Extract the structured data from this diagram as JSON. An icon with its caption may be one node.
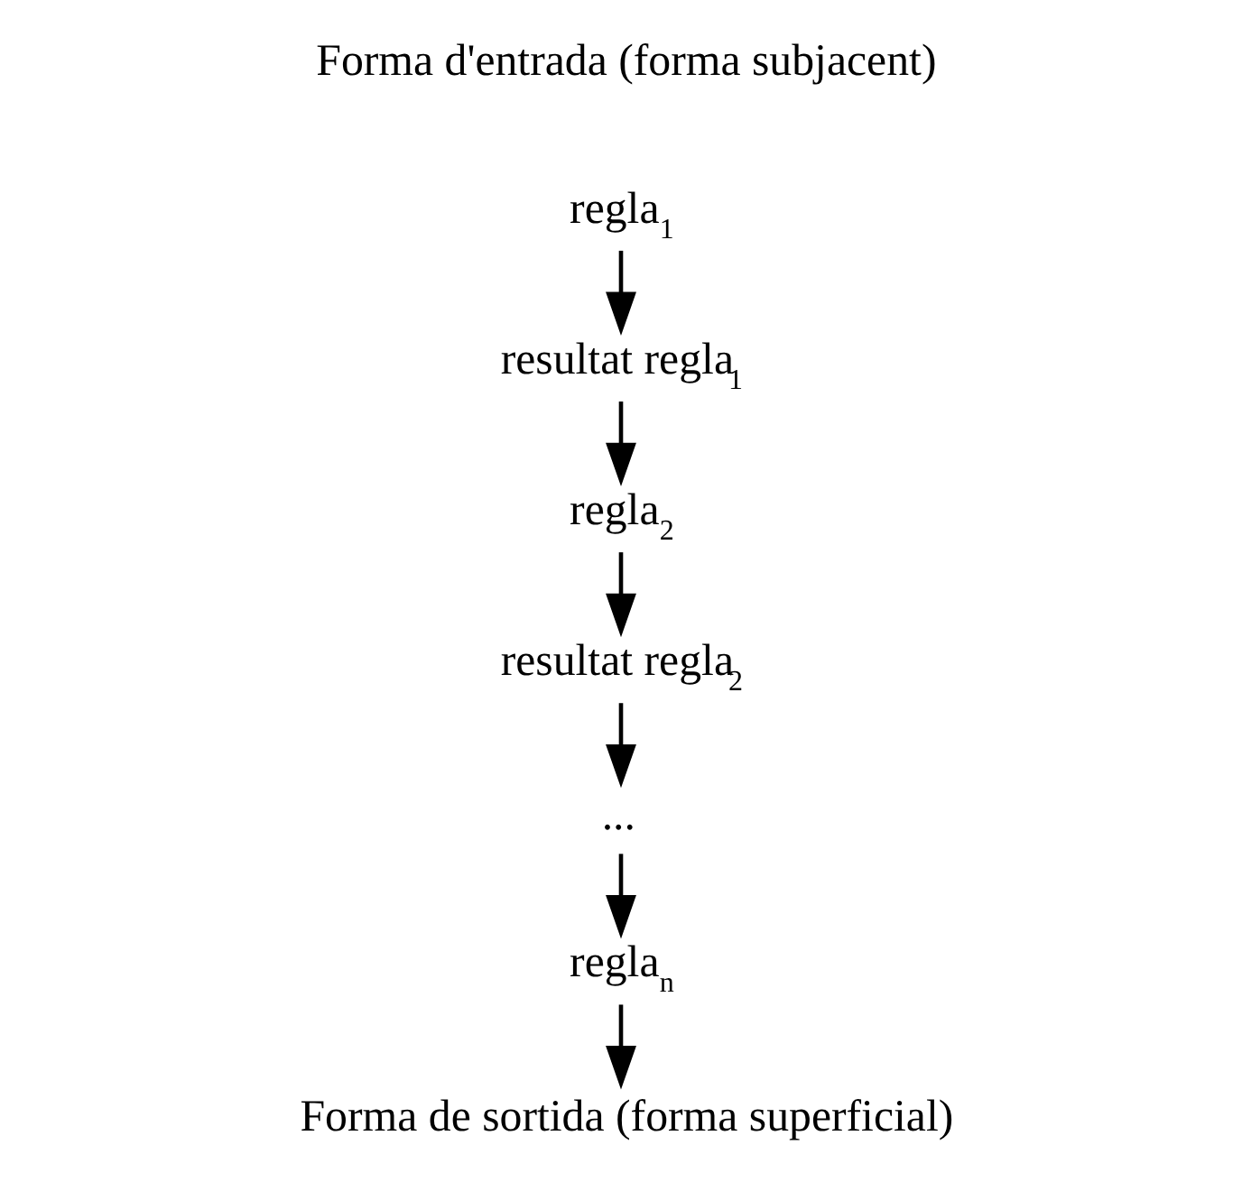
{
  "diagram": {
    "nodes": [
      {
        "text": [
          "regla$_{1}$"
        ]
      },
      {
        "text": [
          "resultat regla$_{1}$"
        ]
      },
      {
        "text": [
          "regla$_{2}$"
        ]
      },
      {
        "text": [
          "resultat regla$_{2}$"
        ]
      },
      {
        "text": [
          "..."
        ]
      },
      {
        "text": [
          "regla$_{n}$"
        ]
      },
      {
        "text": [
          "Forma de sortida (forma superficial)"
        ]
      }
    ],
    "edges": [
      {
        "from": 0,
        "to": 1,
        "arrow": "to"
      },
      {
        "from": 1,
        "to": 2,
        "arrow": "to"
      },
      {
        "from": 2,
        "to": 3,
        "arrow": "to"
      },
      {
        "from": 3,
        "to": 4,
        "arrow": "to"
      },
      {
        "from": 4,
        "to": 5,
        "arrow": "to"
      },
      {
        "from": 5,
        "to": 6,
        "arrow": "to"
      }
    ],
    "labels": [
      "Forma d'entrada (forma subjacent)"
    ]
  }
}
